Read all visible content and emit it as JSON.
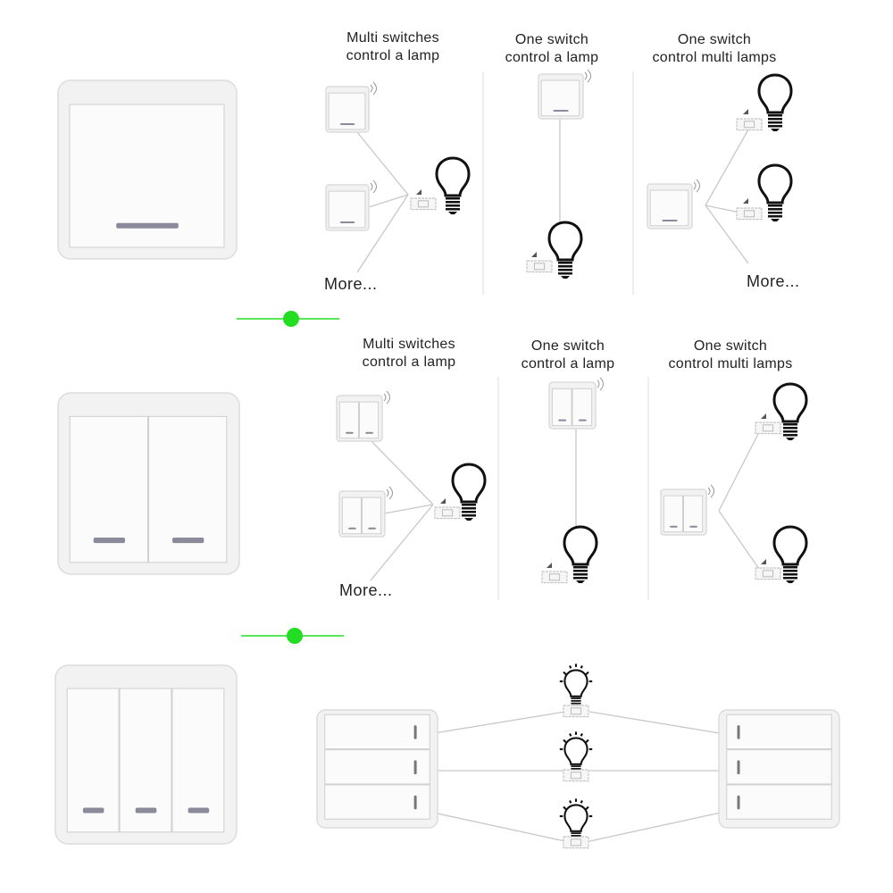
{
  "colors": {
    "accent_green": "#22dd22",
    "line_gray": "#c8c8c8",
    "plate": "#f2f2f2"
  },
  "rows": [
    {
      "name": "single-gang",
      "sections": [
        {
          "line1": "Multi switches",
          "line2": "control a lamp",
          "more": "More..."
        },
        {
          "line1": "One switch",
          "line2": "control a lamp"
        },
        {
          "line1": "One switch",
          "line2": "control multi lamps",
          "more": "More..."
        }
      ]
    },
    {
      "name": "double-gang",
      "sections": [
        {
          "line1": "Multi switches",
          "line2": "control a lamp",
          "more": "More..."
        },
        {
          "line1": "One switch",
          "line2": "control a lamp"
        },
        {
          "line1": "One switch",
          "line2": "control multi lamps"
        }
      ]
    }
  ]
}
